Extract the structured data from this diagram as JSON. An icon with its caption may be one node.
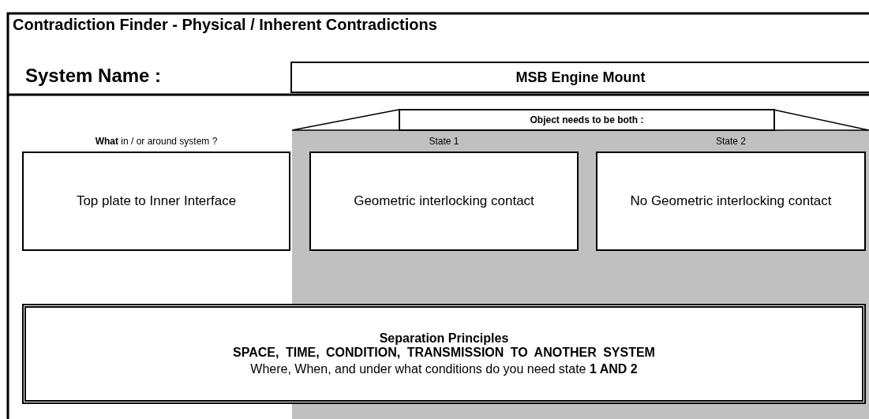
{
  "diagram": {
    "title": "Contradiction Finder - Physical / Inherent Contradictions",
    "nodes": [
      {
        "text": [
          "MSB Engine Mount"
        ]
      },
      {
        "text": [
          "Object needs to be both :"
        ]
      },
      {
        "text": [
          "Top plate to Inner Interface"
        ]
      },
      {
        "text": [
          "Geometric interlocking contact"
        ]
      },
      {
        "text": [
          "No Geometric interlocking contact"
        ]
      },
      {
        "text": [
          "Separation Principles",
          "SPACE, TIME, CONDITION, TRANSMISSION TO ANOTHER SYSTEM",
          "Where, When, and under what conditions do you need state **1 AND 2**"
        ]
      }
    ],
    "labels": [
      "System Name :",
      "**What** in / or around system ?",
      "State 1",
      "State 2"
    ]
  }
}
